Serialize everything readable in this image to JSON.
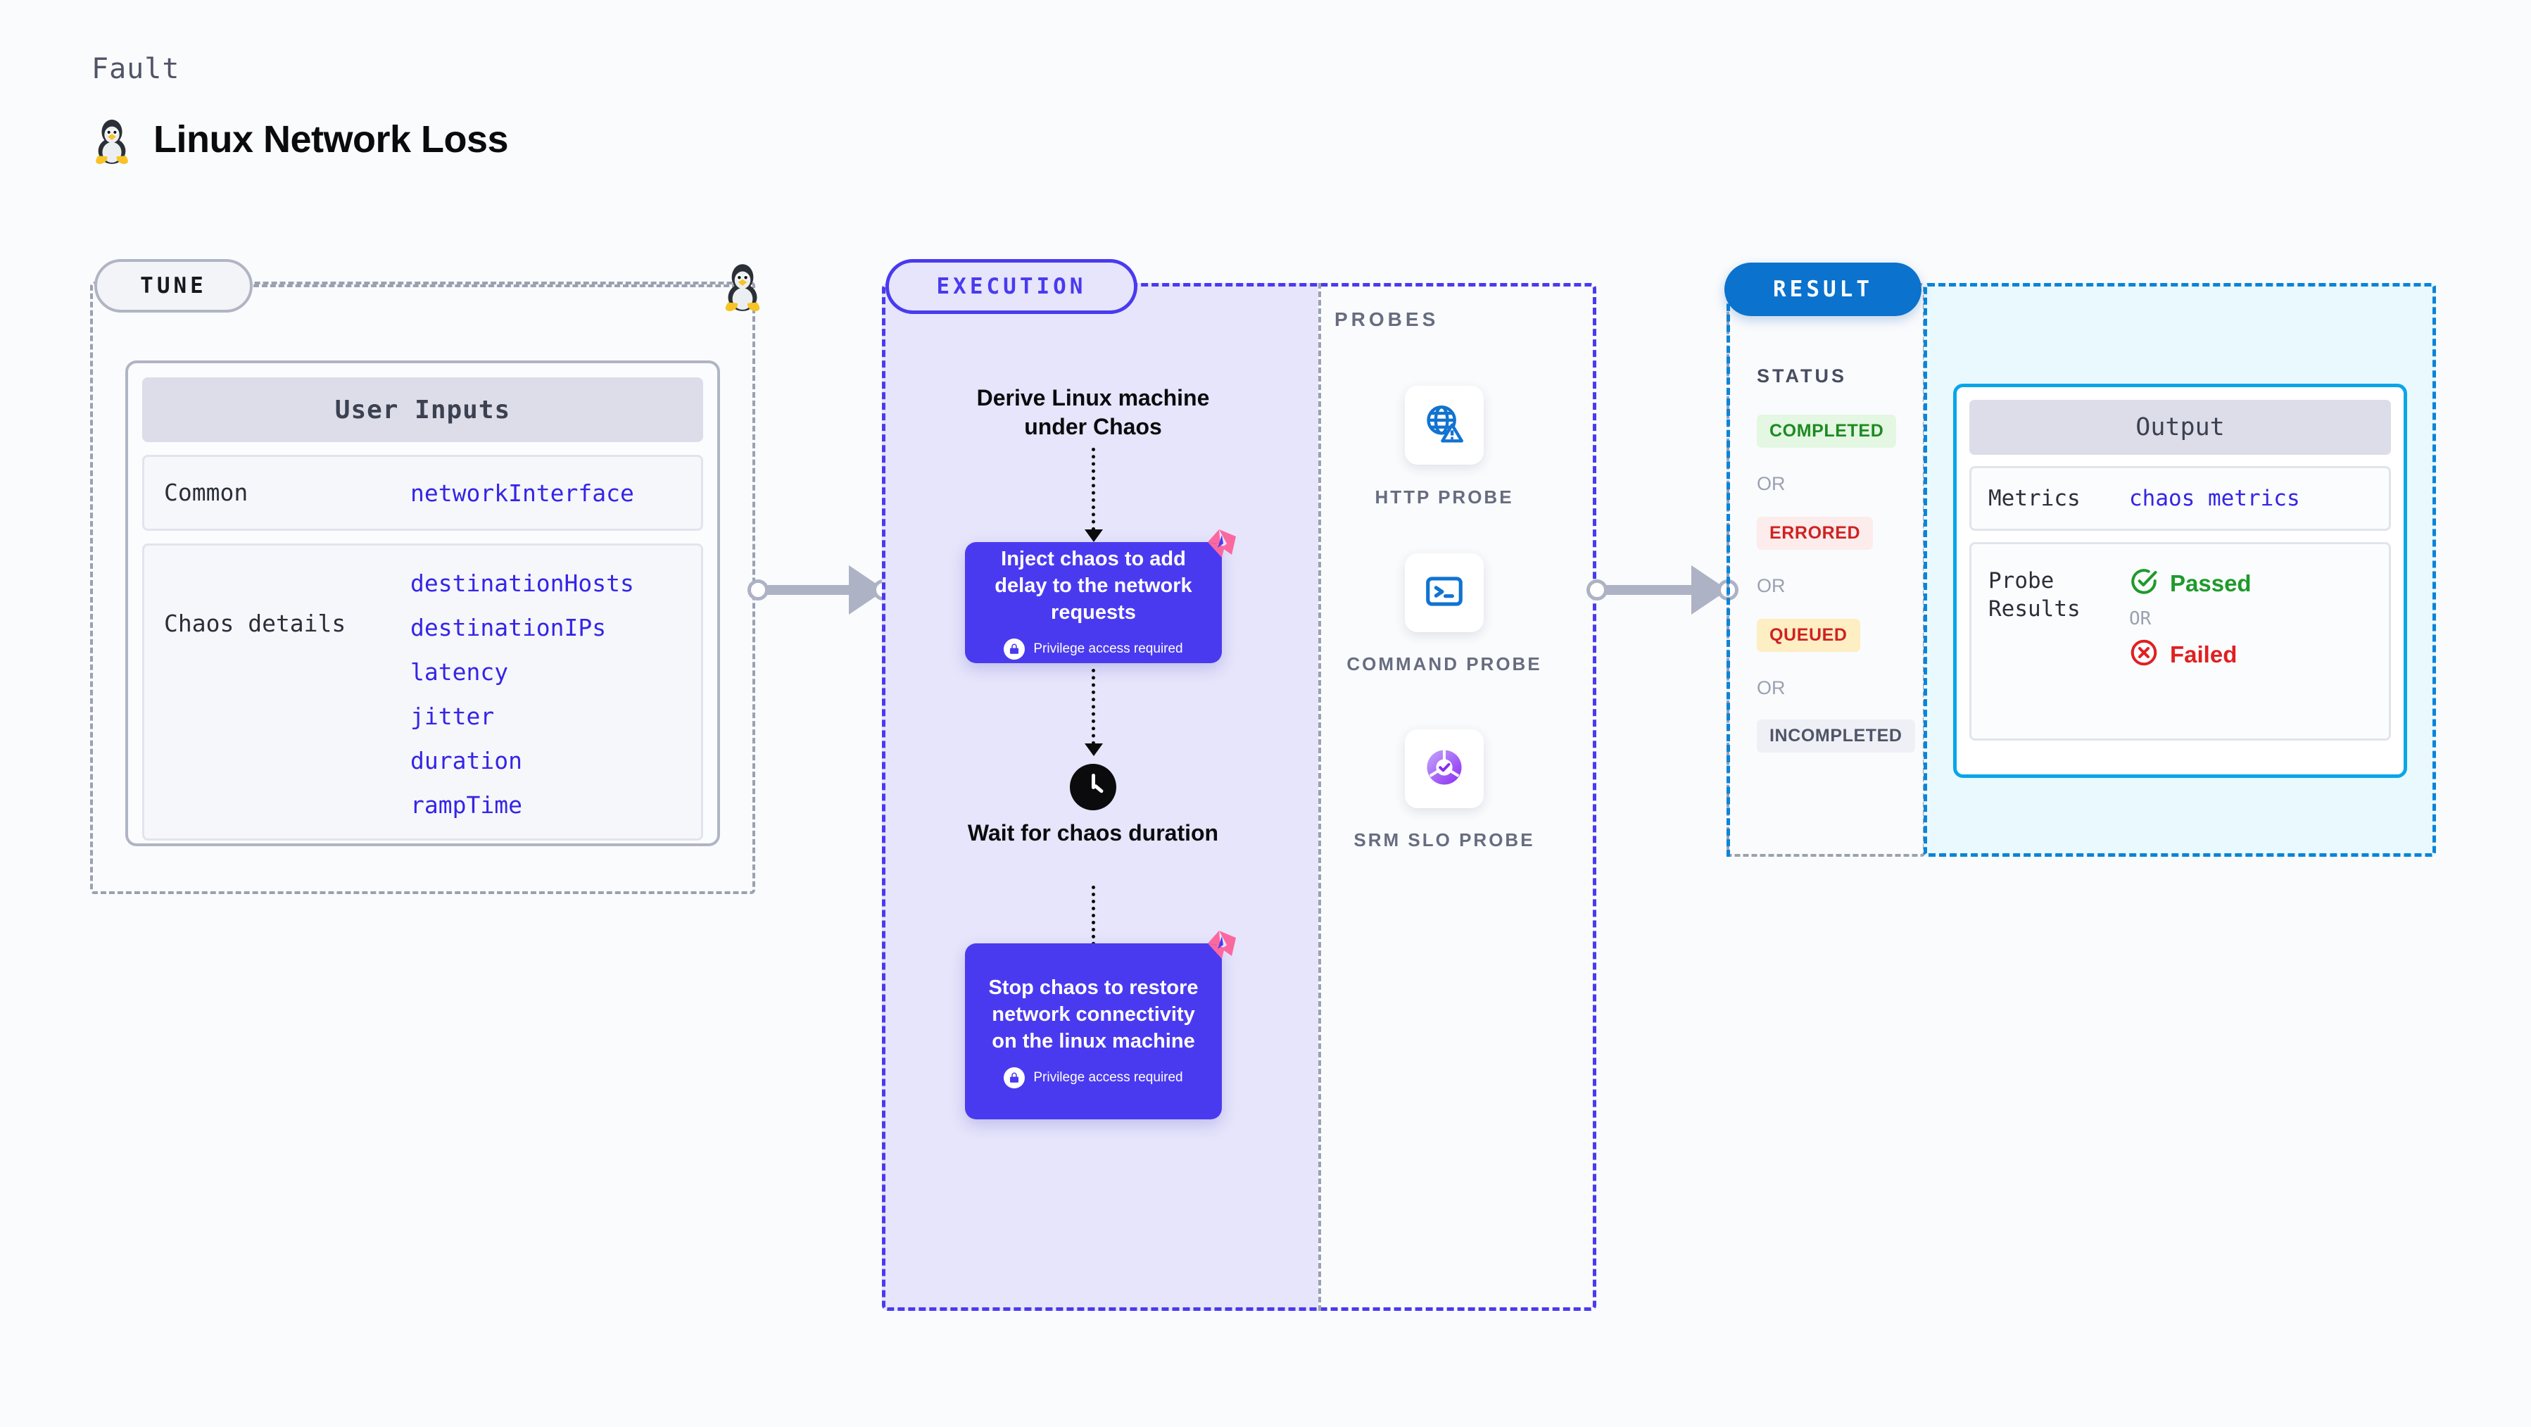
{
  "header": {
    "kicker": "Fault",
    "title": "Linux Network Loss",
    "icon": "linux-penguin-icon"
  },
  "tune": {
    "pill_label": "TUNE",
    "card_title": "User Inputs",
    "rows": [
      {
        "key": "Common",
        "values": [
          "networkInterface"
        ]
      },
      {
        "key": "Chaos details",
        "values": [
          "destinationHosts",
          "destinationIPs",
          "latency",
          "jitter",
          "duration",
          "rampTime"
        ]
      }
    ]
  },
  "execution": {
    "pill_label": "EXECUTION",
    "steps": [
      {
        "type": "label",
        "text": "Derive Linux machine under Chaos"
      },
      {
        "type": "chaos",
        "text": "Inject chaos to add delay to the network requests",
        "privilege": "Privilege access required",
        "badge": "harness-logo-icon"
      },
      {
        "type": "wait",
        "icon": "clock-icon",
        "text": "Wait for chaos duration"
      },
      {
        "type": "chaos",
        "text": "Stop chaos to restore network connectivity on the linux machine",
        "privilege": "Privilege access required",
        "badge": "harness-logo-icon"
      }
    ]
  },
  "probes": {
    "title": "PROBES",
    "items": [
      {
        "caption": "HTTP PROBE",
        "icon": "globe-warning-icon"
      },
      {
        "caption": "COMMAND PROBE",
        "icon": "terminal-icon"
      },
      {
        "caption": "SRM SLO PROBE",
        "icon": "slo-check-icon"
      }
    ]
  },
  "result": {
    "pill_label": "RESULT",
    "status_title": "STATUS",
    "or_label": "OR",
    "statuses": [
      {
        "label": "COMPLETED",
        "text_color": "#1e8a22",
        "bg_color": "#e3f7e2"
      },
      {
        "label": "ERRORED",
        "text_color": "#cf2222",
        "bg_color": "#fdecec"
      },
      {
        "label": "QUEUED",
        "text_color": "#cf2222",
        "bg_color": "#fdeec3"
      },
      {
        "label": "INCOMPLETED",
        "text_color": "#4f5467",
        "bg_color": "#eef0f6"
      }
    ],
    "output": {
      "title": "Output",
      "metrics_key": "Metrics",
      "metrics_value": "chaos metrics",
      "probe_results_key": "Probe Results",
      "passed_label": "Passed",
      "failed_label": "Failed",
      "or_label": "OR",
      "passed_icon": "check-circle-icon",
      "failed_icon": "x-circle-icon"
    }
  },
  "colors": {
    "accent_purple": "#4a3aef",
    "accent_blue": "#0b72ce",
    "accent_cyan": "#0aa6e8",
    "mono_value": "#3525e6",
    "muted": "#9aa1b0"
  }
}
